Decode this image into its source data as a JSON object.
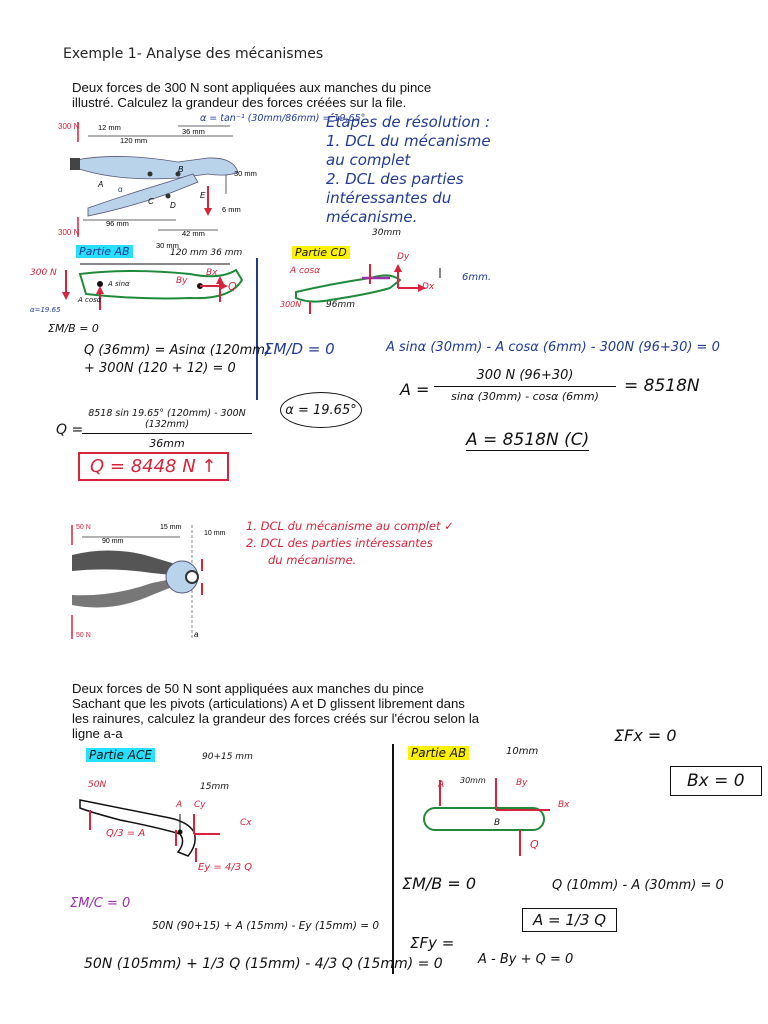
{
  "title": "Exemple 1- Analyse des mécanismes",
  "problem1": {
    "line1": "Deux forces de 300 N sont appliquées aux manches du pince",
    "line2": "illustré. Calculez la grandeur des forces créées sur la file."
  },
  "problem2": {
    "line1": "Deux forces de 50 N sont appliquées aux manches du pince",
    "line2": "Sachant que les pivots (articulations) A et D glissent librement dans",
    "line3": "les rainures, calculez la grandeur des forces créés sur l'écrou selon la",
    "line4": "ligne a-a"
  },
  "figure1": {
    "force_top": "300 N",
    "force_bottom": "300 N",
    "dim_12": "12 mm",
    "dim_120": "120 mm",
    "dim_36": "36 mm",
    "dim_30": "30 mm",
    "dim_6": "6 mm",
    "dim_96": "96 mm",
    "dim_42": "42 mm",
    "dim_30b": "30 mm",
    "label_A": "A",
    "label_B": "B",
    "label_C": "C",
    "label_D": "D",
    "label_E": "E",
    "alpha": "α"
  },
  "figure2": {
    "force_top": "50 N",
    "force_bottom": "50 N",
    "dim_90": "90 mm",
    "dim_15": "15 mm",
    "dim_10": "10 mm",
    "label_a": "a"
  },
  "notes": {
    "alpha_calc": "α = tan⁻¹ (30mm/86mm) = 19.65°",
    "steps_title": "Étapes de résolution :",
    "step1": "1. DCL du mécanisme au complet",
    "step2": "2. DCL des parties intéressantes du mécanisme.",
    "partie_ab": "Partie AB",
    "ab_dims": "120 mm  36 mm",
    "partie_cd": "Partie CD",
    "cd_30": "30mm",
    "cd_6": "6mm.",
    "cd_96": "96mm",
    "cd_acos": "A cosα",
    "cd_300": "300N",
    "cd_dy": "Dy",
    "cd_dx": "Dx",
    "ab_300": "300 N",
    "ab_asin": "A sinα",
    "ab_acos": "A cosα",
    "ab_bx": "Bx",
    "ab_by": "By",
    "ab_q": "Q",
    "ab_alpha": "α=19.65",
    "moment_b": "ΣM/B = 0",
    "eq_b1": "Q (36mm) = Asinα (120mm)",
    "eq_b2": "+ 300N (120 + 12) = 0",
    "moment_d": "ΣM/D = 0",
    "eq_d": "A sinα (30mm) - A cosα (6mm) - 300N (96+30) = 0",
    "eq_a_lhs": "A =",
    "eq_a_num": "300 N (96+30)",
    "eq_a_den": "sinα (30mm) - cosα (6mm)",
    "eq_a_val": "= 8518N",
    "result_a": "A = 8518N (C)",
    "alpha_circle": "α = 19.65°",
    "eq_q_lhs": "Q =",
    "eq_q_num": "8518 sin 19.65° (120mm) - 300N (132mm)",
    "eq_q_den": "36mm",
    "result_q": "Q = 8448 N ↑",
    "step1b": "1. DCL du mécanisme au complet ✓",
    "step2b": "2. DCL des parties intéressantes",
    "step2b_cont": "du mécanisme.",
    "partie_ace": "Partie ACE",
    "ace_dim1": "90+15 mm",
    "ace_dim2": "15mm",
    "ace_50n": "50N",
    "ace_cy": "Cy",
    "ace_cx": "Cx",
    "ace_a": "A",
    "ace_q3": "Q/3 = A",
    "ace_ey": "Ey = 4/3 Q",
    "partie_ab2": "Partie AB",
    "ab2_dim": "10mm",
    "ab2_30": "30mm",
    "ab2_by": "By",
    "ab2_bx": "Bx",
    "ab2_a": "A",
    "ab2_b": "B",
    "ab2_q": "Q",
    "sum_fx": "ΣFx = 0",
    "bx_box": "Bx = 0",
    "moment_c": "ΣM/C = 0",
    "eq_c1": "50N (90+15) + A (15mm) - Ey (15mm) = 0",
    "eq_c2": "50N (105mm) + 1/3 Q (15mm) - 4/3 Q (15mm) = 0",
    "moment_b2": "ΣM/B = 0",
    "eq_b3": "Q (10mm) - A (30mm) = 0",
    "box_a": "A = 1/3 Q",
    "sum_fy": "ΣFy =",
    "eq_fy": "A - By + Q = 0"
  }
}
